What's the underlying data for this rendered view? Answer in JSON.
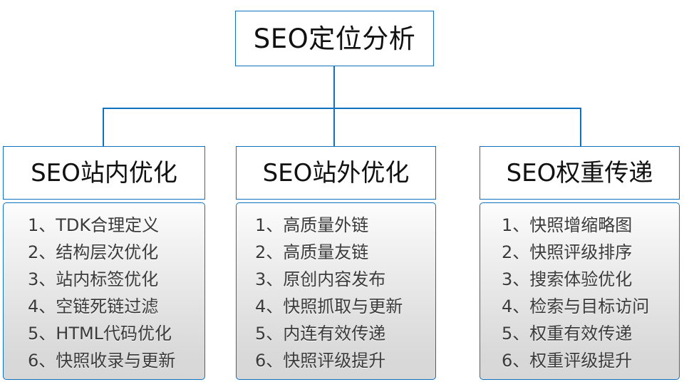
{
  "diagram": {
    "type": "org-chart",
    "accent_color": "#1071c1",
    "text_color": "#111111",
    "list_text_color": "#3b3b3b",
    "root": {
      "title": "SEO定位分析"
    },
    "branches": [
      {
        "title": "SEO站内优化",
        "items": [
          "1、TDK合理定义",
          "2、结构层次优化",
          "3、站内标签优化",
          "4、空链死链过滤",
          "5、HTML代码优化",
          "6、快照收录与更新"
        ]
      },
      {
        "title": "SEO站外优化",
        "items": [
          "1、高质量外链",
          "2、高质量友链",
          "3、原创内容发布",
          "4、快照抓取与更新",
          "5、内连有效传递",
          "6、快照评级提升"
        ]
      },
      {
        "title": "SEO权重传递",
        "items": [
          "1、快照增缩略图",
          "2、快照评级排序",
          "3、搜索体验优化",
          "4、检索与目标访问",
          "5、权重有效传递",
          "6、权重评级提升"
        ]
      }
    ]
  }
}
